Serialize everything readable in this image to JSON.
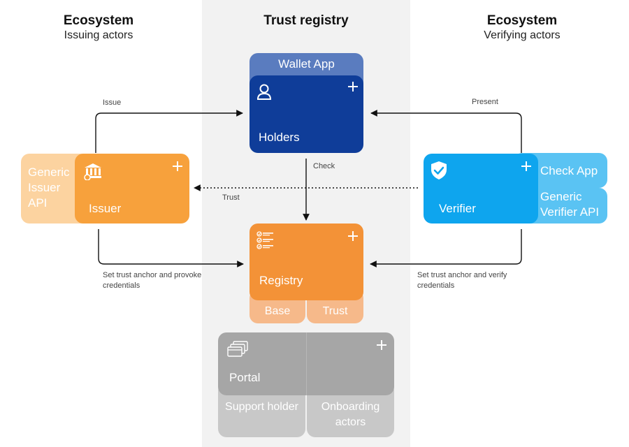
{
  "columns": {
    "left": {
      "title": "Ecosystem",
      "subtitle": "Issuing actors"
    },
    "center": {
      "title": "Trust registry"
    },
    "right": {
      "title": "Ecosystem",
      "subtitle": "Verifying actors"
    }
  },
  "nodes": {
    "wallet_app": "Wallet App",
    "holders": "Holders",
    "generic_issuer_api": "Generic Issuer API",
    "issuer": "Issuer",
    "verifier": "Verifier",
    "check_app": "Check App",
    "generic_verifier_api": "Generic Verifier API",
    "registry": "Registry",
    "base": "Base",
    "trust": "Trust",
    "portal": "Portal",
    "support_holder": "Support holder",
    "onboarding_actors": "Onboarding actors"
  },
  "edges": {
    "issue": "Issue",
    "present": "Present",
    "check": "Check",
    "trust": "Trust",
    "issuer_to_registry": "Set trust anchor and provoke credentials",
    "verifier_to_registry": "Set trust anchor and verify credentials"
  },
  "colors": {
    "center_band": "#f2f2f2",
    "wallet_blue_light": "#5a7cbf",
    "holders_blue": "#0f3d99",
    "issuer_orange": "#f7a13c",
    "issuer_orange_light": "#fcd3a0",
    "verifier_blue": "#0ea5ee",
    "verifier_blue_light": "#5ac3f3",
    "registry_orange": "#f39237",
    "registry_orange_light": "#f6b98a",
    "portal_gray": "#9c9c9c",
    "portal_gray_light": "#c8c8c8"
  },
  "icons": {
    "holders": "user-icon",
    "issuer": "bank-icon",
    "verifier": "shield-check-icon",
    "registry": "checklist-icon",
    "portal": "browser-windows-icon"
  }
}
